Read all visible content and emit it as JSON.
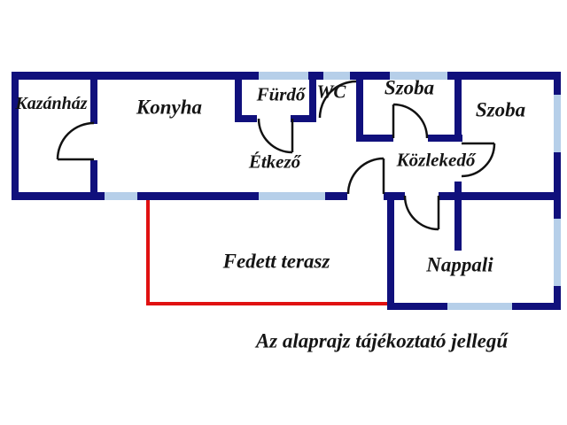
{
  "note": "Az alaprajz tájékoztató jellegű",
  "colors": {
    "wall": "#10107c",
    "window": "#b6cfe9",
    "terrace_outline": "#e01111",
    "door_swing": "#111111",
    "text": "#151515",
    "background": "#ffffff"
  },
  "rooms": [
    {
      "id": "kazanhaz",
      "label": "Kazánház"
    },
    {
      "id": "konyha",
      "label": "Konyha"
    },
    {
      "id": "furdo",
      "label": "Fürdő"
    },
    {
      "id": "wc",
      "label": "WC"
    },
    {
      "id": "szoba1",
      "label": "Szoba"
    },
    {
      "id": "szoba2",
      "label": "Szoba"
    },
    {
      "id": "etkezo",
      "label": "Étkező"
    },
    {
      "id": "kozlekedo",
      "label": "Közlekedő"
    },
    {
      "id": "fedett_terasz",
      "label": "Fedett terasz"
    },
    {
      "id": "nappali",
      "label": "Nappali"
    }
  ]
}
